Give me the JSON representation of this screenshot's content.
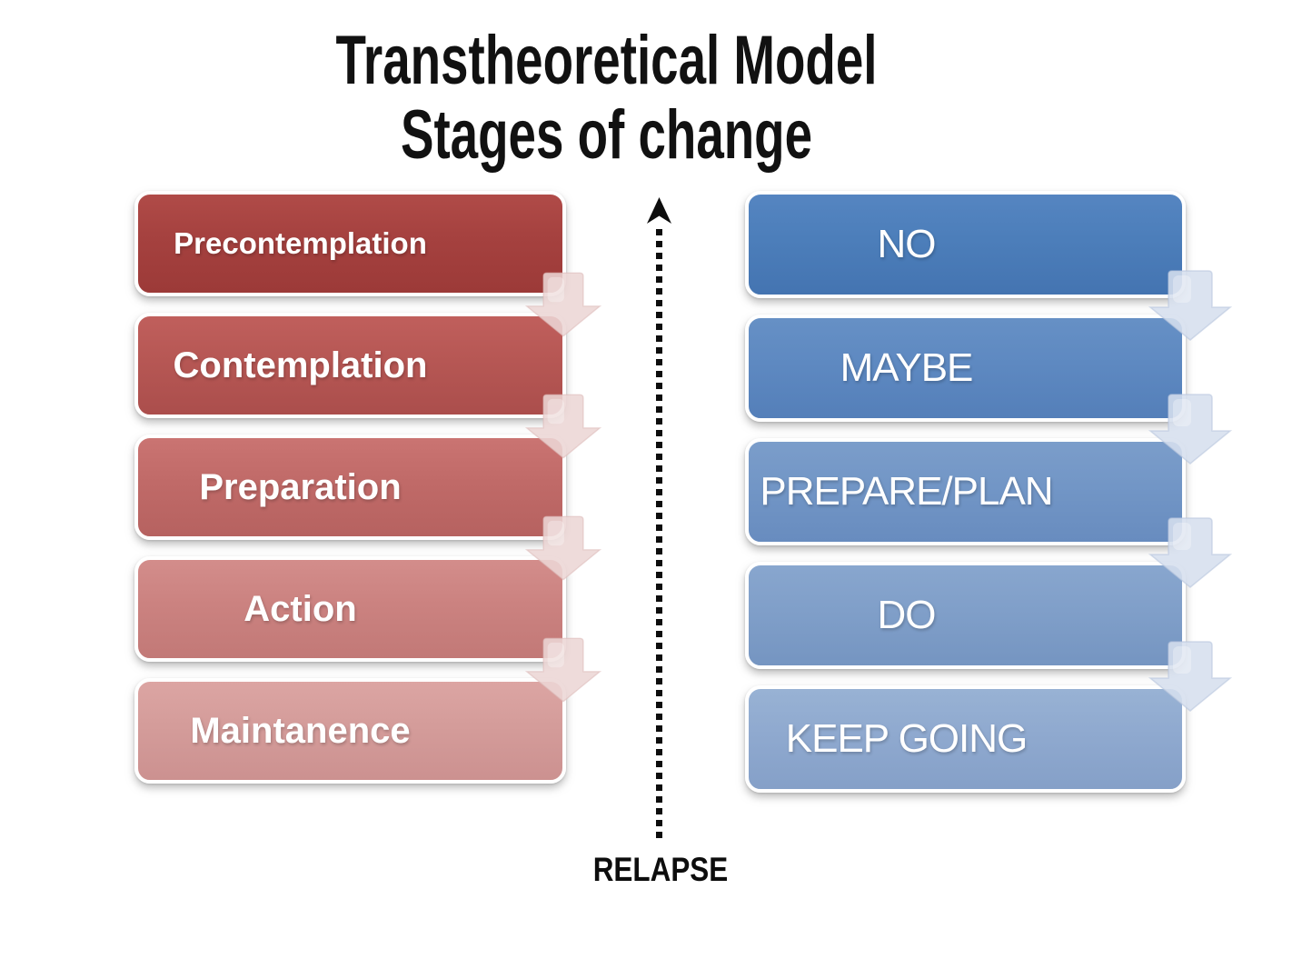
{
  "title": {
    "line1": "Transtheoretical Model",
    "line2": "Stages of change"
  },
  "left_column": {
    "items": [
      {
        "label": "Precontemplation"
      },
      {
        "label": "Contemplation"
      },
      {
        "label": "Preparation"
      },
      {
        "label": "Action"
      },
      {
        "label": "Maintanence"
      }
    ]
  },
  "right_column": {
    "items": [
      {
        "label": "NO"
      },
      {
        "label": "MAYBE"
      },
      {
        "label": "PREPARE/PLAN"
      },
      {
        "label": "DO"
      },
      {
        "label": "KEEP GOING"
      }
    ]
  },
  "relapse": {
    "label": "RELAPSE"
  },
  "colors": {
    "left_box_shades": [
      "#a5413f",
      "#b65754",
      "#c06a68",
      "#cb8280",
      "#d49c9a"
    ],
    "right_box_shades": [
      "#4c7eba",
      "#5e89c1",
      "#7296c6",
      "#809fc9",
      "#8fa9cf"
    ],
    "left_arrow": "#ecd6d5",
    "right_arrow": "#d6dfee",
    "box_text": "#ffffff",
    "title_text": "#111111",
    "relapse_arrow": "#0d0d0d"
  }
}
